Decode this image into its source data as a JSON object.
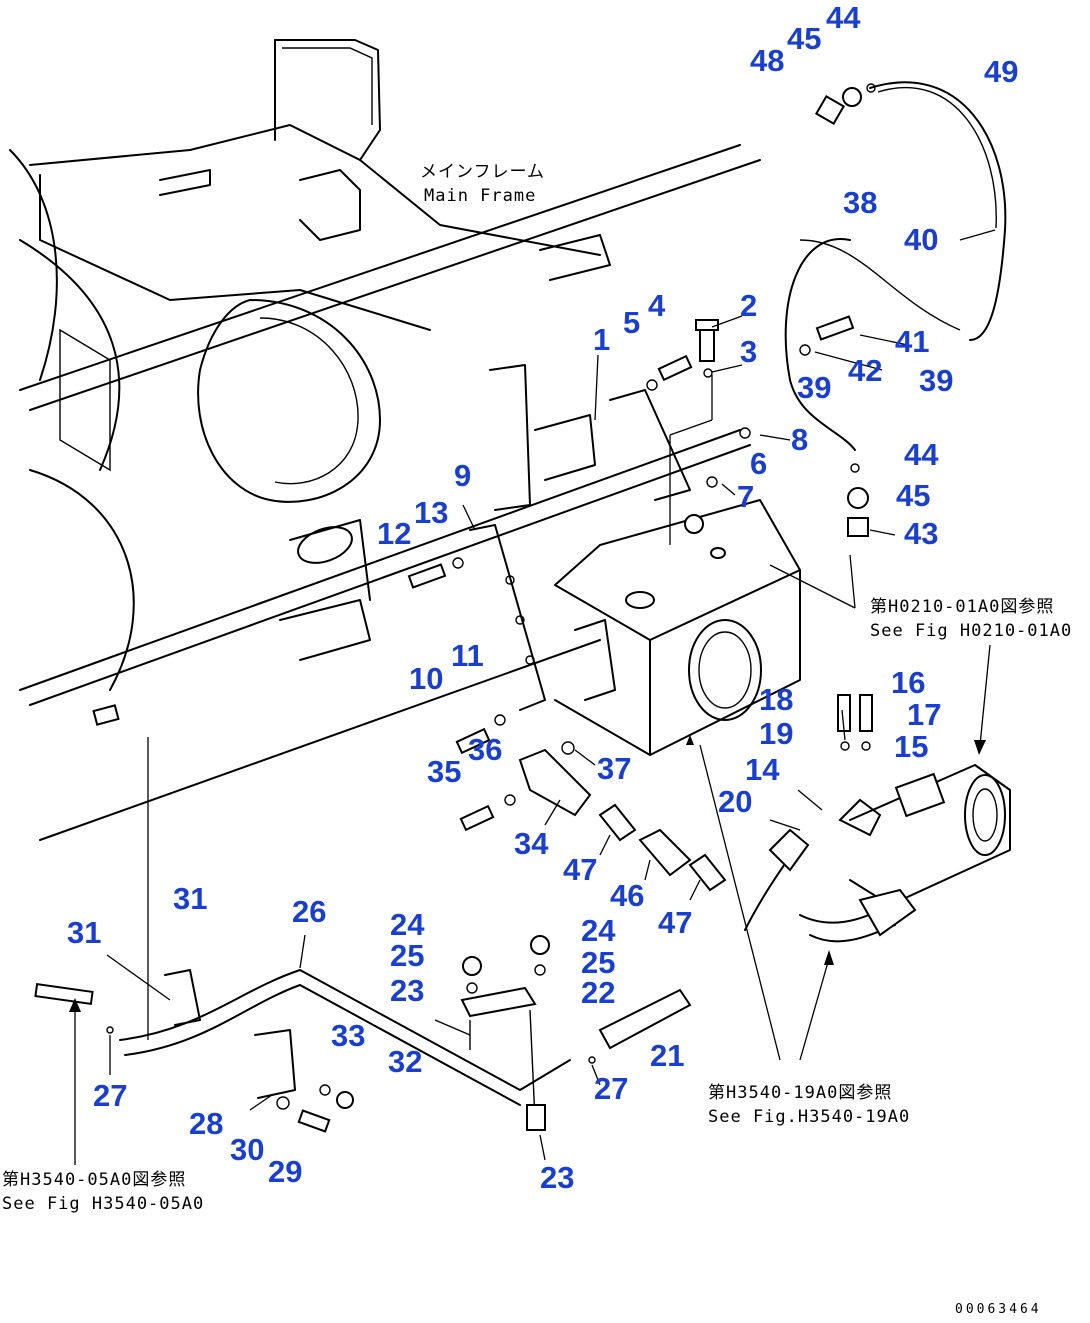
{
  "labels": {
    "main_frame_jp": "メインフレーム",
    "main_frame_en": "Main Frame",
    "ref_top_right_jp": "第H0210-01A0図参照",
    "ref_top_right_en": "See Fig H0210-01A0",
    "ref_mid_jp": "第H3540-19A0図参照",
    "ref_mid_en": "See Fig.H3540-19A0",
    "ref_left_jp": "第H3540-05A0図参照",
    "ref_left_en": "See Fig H3540-05A0",
    "drawing_number": "00063464"
  },
  "callouts": [
    {
      "id": "c44a",
      "text": "44"
    },
    {
      "id": "c45a",
      "text": "45"
    },
    {
      "id": "c48",
      "text": "48"
    },
    {
      "id": "c49",
      "text": "49"
    },
    {
      "id": "c38",
      "text": "38"
    },
    {
      "id": "c40",
      "text": "40"
    },
    {
      "id": "c1",
      "text": "1"
    },
    {
      "id": "c2",
      "text": "2"
    },
    {
      "id": "c3",
      "text": "3"
    },
    {
      "id": "c4",
      "text": "4"
    },
    {
      "id": "c5",
      "text": "5"
    },
    {
      "id": "c41",
      "text": "41"
    },
    {
      "id": "c42",
      "text": "42"
    },
    {
      "id": "c39a",
      "text": "39"
    },
    {
      "id": "c39b",
      "text": "39"
    },
    {
      "id": "c8",
      "text": "8"
    },
    {
      "id": "c6",
      "text": "6"
    },
    {
      "id": "c7",
      "text": "7"
    },
    {
      "id": "c44b",
      "text": "44"
    },
    {
      "id": "c45b",
      "text": "45"
    },
    {
      "id": "c43",
      "text": "43"
    },
    {
      "id": "c9",
      "text": "9"
    },
    {
      "id": "c12",
      "text": "12"
    },
    {
      "id": "c13",
      "text": "13"
    },
    {
      "id": "c11",
      "text": "11"
    },
    {
      "id": "c10",
      "text": "10"
    },
    {
      "id": "c16",
      "text": "16"
    },
    {
      "id": "c17",
      "text": "17"
    },
    {
      "id": "c18",
      "text": "18"
    },
    {
      "id": "c19",
      "text": "19"
    },
    {
      "id": "c15",
      "text": "15"
    },
    {
      "id": "c14",
      "text": "14"
    },
    {
      "id": "c20",
      "text": "20"
    },
    {
      "id": "c36",
      "text": "36"
    },
    {
      "id": "c37",
      "text": "37"
    },
    {
      "id": "c35",
      "text": "35"
    },
    {
      "id": "c34",
      "text": "34"
    },
    {
      "id": "c47a",
      "text": "47"
    },
    {
      "id": "c46",
      "text": "46"
    },
    {
      "id": "c47b",
      "text": "47"
    },
    {
      "id": "c31a",
      "text": "31"
    },
    {
      "id": "c31b",
      "text": "31"
    },
    {
      "id": "c26",
      "text": "26"
    },
    {
      "id": "c24a",
      "text": "24"
    },
    {
      "id": "c25a",
      "text": "25"
    },
    {
      "id": "c23a",
      "text": "23"
    },
    {
      "id": "c24b",
      "text": "24"
    },
    {
      "id": "c25b",
      "text": "25"
    },
    {
      "id": "c22",
      "text": "22"
    },
    {
      "id": "c21",
      "text": "21"
    },
    {
      "id": "c27a",
      "text": "27"
    },
    {
      "id": "c33",
      "text": "33"
    },
    {
      "id": "c32",
      "text": "32"
    },
    {
      "id": "c27b",
      "text": "27"
    },
    {
      "id": "c28",
      "text": "28"
    },
    {
      "id": "c30",
      "text": "30"
    },
    {
      "id": "c29",
      "text": "29"
    },
    {
      "id": "c23b",
      "text": "23"
    }
  ]
}
